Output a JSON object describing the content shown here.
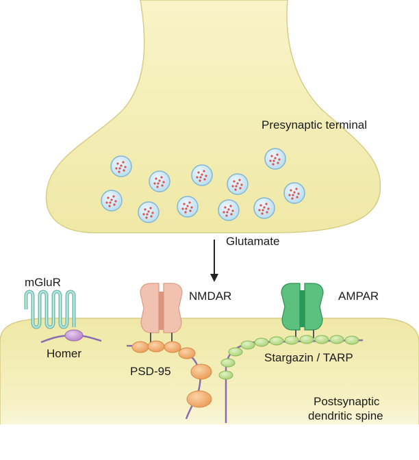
{
  "labels": {
    "presynaptic": "Presynaptic terminal",
    "glutamate": "Glutamate",
    "mglur": "mGluR",
    "homer": "Homer",
    "nmdar": "NMDAR",
    "ampar": "AMPAR",
    "psd95": "PSD-95",
    "stargazin": "Stargazin / TARP",
    "postsynaptic_line1": "Postsynaptic",
    "postsynaptic_line2": "dendritic spine"
  },
  "colors": {
    "membrane_fill": "#f4efb6",
    "membrane_stroke": "#d9cf82",
    "vesicle_fill": "#cfe6f4",
    "vesicle_stroke": "#7fb6d8",
    "vesicle_dots": "#d9534f",
    "scaffold": "#8a6bb0",
    "psd95": "#f0b07a",
    "nmdar": "#eeb9a6",
    "ampar": "#3fae6a",
    "mglur": "#8fd0c4",
    "homer": "#c79ad6",
    "stargazin": "#b9dc8a"
  }
}
